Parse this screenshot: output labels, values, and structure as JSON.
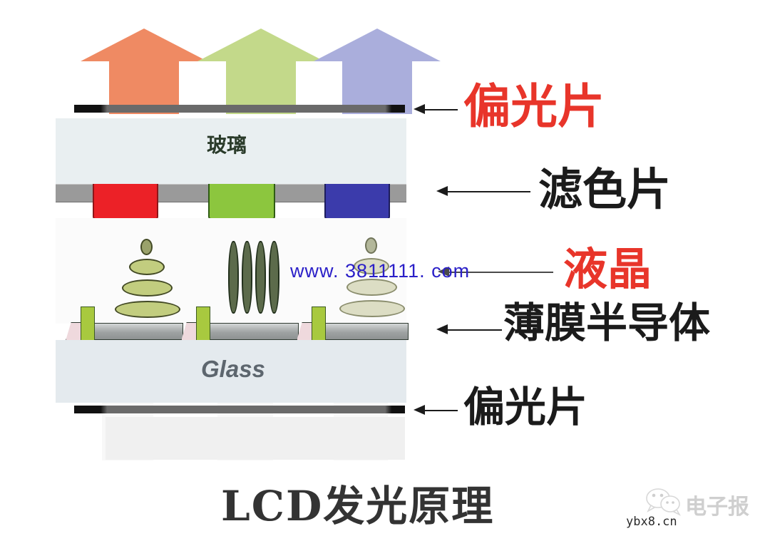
{
  "diagram": {
    "title": "LCD发光原理",
    "watermark": "www. 3811111. com",
    "layer_labels": {
      "glass_top": "玻璃",
      "glass_bottom": "Glass"
    },
    "callouts": [
      {
        "id": "polarizer-top",
        "label": "偏光片",
        "color": "#e8352a"
      },
      {
        "id": "color-filter",
        "label": "滤色片",
        "color": "#1b1b1b"
      },
      {
        "id": "liquid-crystal",
        "label": "液晶",
        "color": "#e8352a"
      },
      {
        "id": "tft",
        "label": "薄膜半导体",
        "color": "#1b1b1b"
      },
      {
        "id": "polarizer-bottom",
        "label": "偏光片",
        "color": "#1b1b1b"
      }
    ],
    "light_arrows": [
      {
        "name": "red-light-arrow",
        "color": "#ef8a63"
      },
      {
        "name": "green-light-arrow",
        "color": "#c3d98a"
      },
      {
        "name": "blue-light-arrow",
        "color": "#aaaedc"
      }
    ],
    "color_filters": [
      {
        "name": "red-subpixel",
        "color": "#ec2127"
      },
      {
        "name": "green-subpixel",
        "color": "#8cc63e"
      },
      {
        "name": "blue-subpixel",
        "color": "#3b3bab"
      }
    ]
  },
  "badge": {
    "account_name": "电子报",
    "site": "ybx8.cn",
    "icon": "wechat-icon"
  }
}
